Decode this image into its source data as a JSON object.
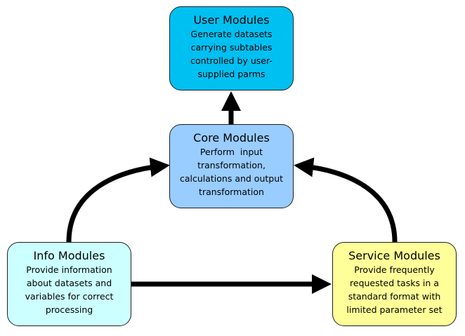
{
  "nodes": {
    "user": {
      "title": "User Modules",
      "lines": [
        "Generate datasets",
        "carrying subtables",
        "controlled by user-",
        "supplied parms"
      ],
      "color": "#00c0f2"
    },
    "core": {
      "title": "Core Modules",
      "lines": [
        "Perform  input",
        "transformation,",
        "calculations and output",
        "transformation"
      ],
      "color": "#99ccff"
    },
    "info": {
      "title": "Info Modules",
      "lines": [
        "Provide information",
        "about datasets and",
        "variables for correct",
        "processing"
      ],
      "color": "#ccffff"
    },
    "service": {
      "title": "Service Modules",
      "lines": [
        "Provide frequently",
        "requested tasks in a",
        "standard format with",
        "limited parameter set"
      ],
      "color": "#ffff99"
    }
  },
  "edges": [
    {
      "from": "core",
      "to": "user"
    },
    {
      "from": "info",
      "to": "core"
    },
    {
      "from": "service",
      "to": "core"
    },
    {
      "from": "info",
      "to": "service"
    }
  ],
  "arrow_color": "#000000"
}
